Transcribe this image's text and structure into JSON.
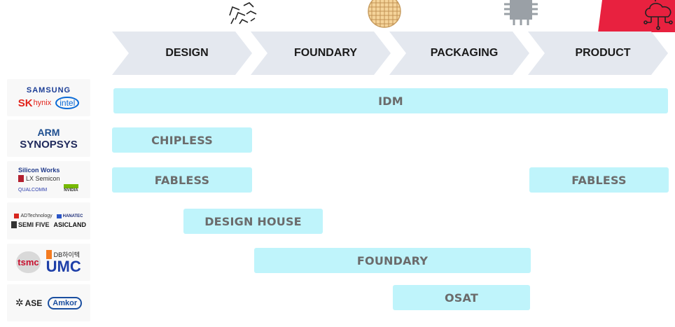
{
  "stages": [
    "DESIGN",
    "FOUNDARY",
    "PACKAGING",
    "PRODUCT"
  ],
  "bars": {
    "idm": "IDM",
    "chipless": "CHIPLESS",
    "fabless_left": "FABLESS",
    "fabless_right": "FABLESS",
    "design_house": "DESIGN HOUSE",
    "foundary": "FOUNDARY",
    "osat": "OSAT"
  },
  "logos": {
    "row1": {
      "samsung": "SAMSUNG",
      "sk": "SK",
      "hynix": "hynix",
      "intel": "intel"
    },
    "row2": {
      "arm": "ARM",
      "synopsys": "SYNOPSYS"
    },
    "row3": {
      "silicon_works": "Silicon Works",
      "lx": "LX Semicon",
      "qualcomm": "QUALCOMM",
      "nvidia": "NVIDIA"
    },
    "row4": {
      "adtechnology": "ADTechnology",
      "hanatec": "HANATEC",
      "semifive": "SEMI FIVE",
      "asicland": "ASICLAND"
    },
    "row5": {
      "tsmc": "tsmc",
      "db": "DB하이텍",
      "umc": "UMC"
    },
    "row6": {
      "ase": "ASE",
      "amkor": "Amkor"
    }
  },
  "colors": {
    "bar": "#bff4fb",
    "arrow": "#e4e8ef",
    "accent": "#e8213f"
  }
}
